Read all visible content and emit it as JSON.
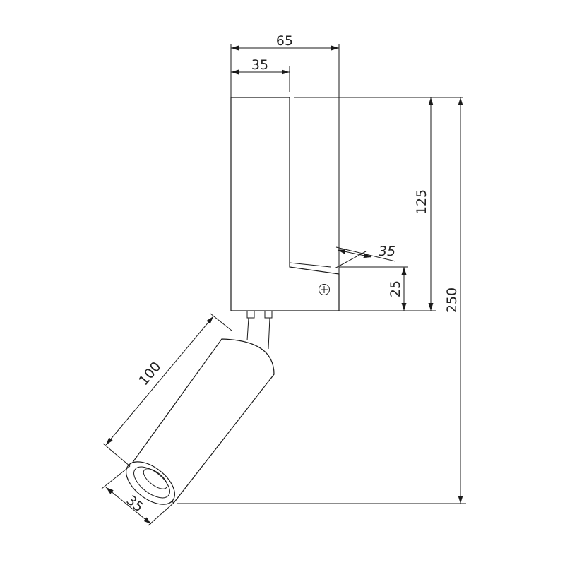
{
  "drawing": {
    "dimensions": {
      "top_width": "65",
      "inner_width": "35",
      "upper_height": "125",
      "total_height": "250",
      "bracket_height": "25",
      "joint_width": "35",
      "lamp_length": "100",
      "lamp_diameter": "35"
    },
    "colors": {
      "line": "#1a1a1a",
      "background": "#ffffff"
    }
  }
}
